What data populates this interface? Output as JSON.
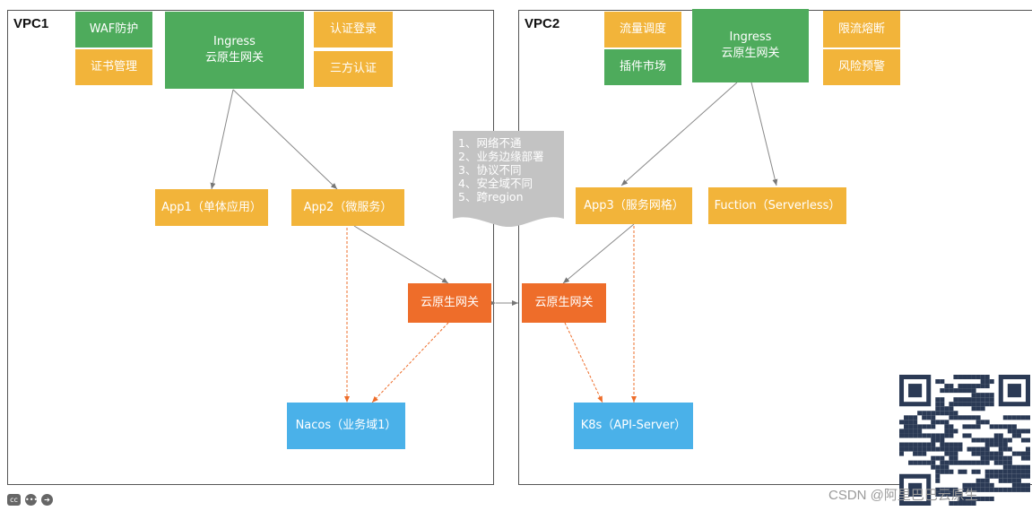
{
  "vpc1": {
    "title": "VPC1",
    "waf": "WAF防护",
    "cert": "证书管理",
    "ingress_line1": "Ingress",
    "ingress_line2": "云原生网关",
    "auth_login": "认证登录",
    "third_auth": "三方认证",
    "app1": "App1（单体应用）",
    "app2": "App2（微服务）",
    "gateway": "云原生网关",
    "nacos": "Nacos（业务域1）"
  },
  "vpc2": {
    "title": "VPC2",
    "traffic": "流量调度",
    "plugin": "插件市场",
    "ingress_line1": "Ingress",
    "ingress_line2": "云原生网关",
    "rate_limit": "限流熔断",
    "risk": "风险预警",
    "app3": "App3（服务网格）",
    "fuction": "Fuction（Serverless）",
    "gateway": "云原生网关",
    "k8s": "K8s（API-Server）"
  },
  "note": {
    "items": [
      "1、网络不通",
      "2、业务边缘部署",
      "3、协议不同",
      "4、安全域不同",
      "5、跨region"
    ]
  },
  "watermark": "CSDN @阿里巴巴云原生",
  "colors": {
    "green": "#4eab5c",
    "yellow": "#f2b43a",
    "orange": "#ee6d2a",
    "blue": "#4ab1e9",
    "note": "#c3c3c3"
  },
  "icons": [
    "cc-icon",
    "more-icon",
    "next-icon"
  ]
}
